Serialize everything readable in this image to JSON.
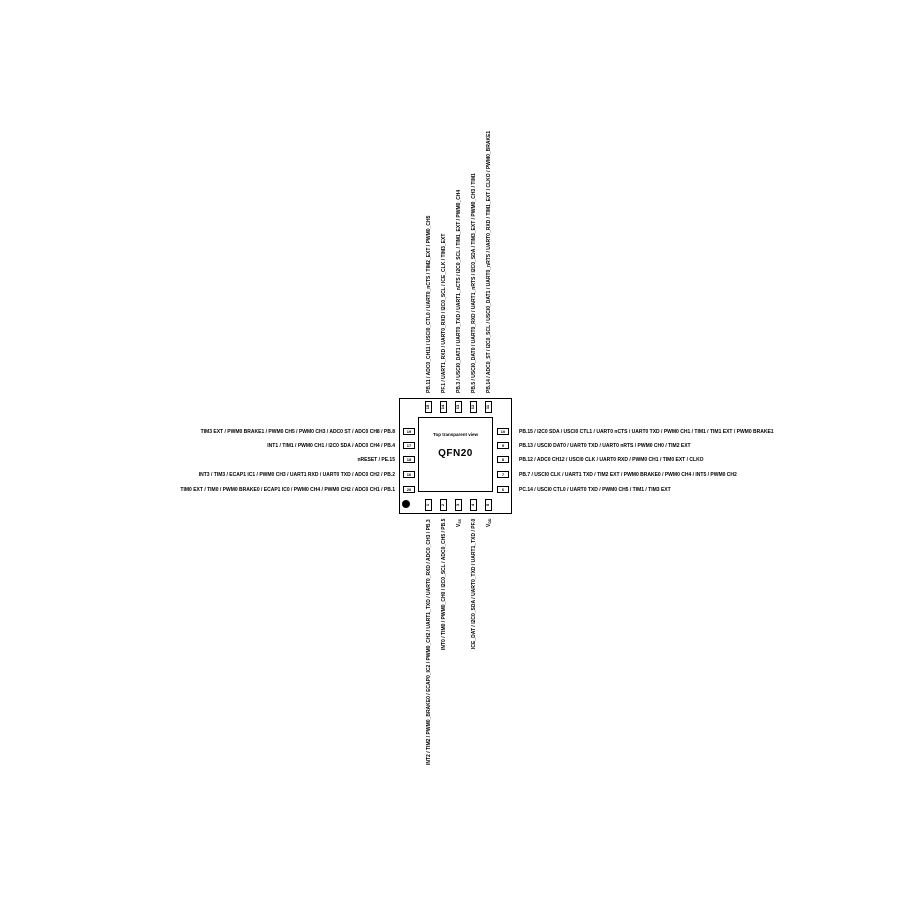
{
  "package": {
    "name": "QFN20",
    "subtitle": "Top transparent view"
  },
  "pins": {
    "left": [
      {
        "num": "19",
        "label": "TIM3 EXT / PWM0 BRAKE1 / PWM0 CH5 / PWM0 CH3 / ADC0 ST / ADC0 CH8 / PB.8"
      },
      {
        "num": "17",
        "label": "INT1 / TIM1 / PWM0 CH1 / I2C0 SDA / ADC0 CH4 / PB.4"
      },
      {
        "num": "18",
        "label": "nRESET / PE.15"
      },
      {
        "num": "16",
        "label": "INT3 / TIM3 / ECAP1 IC1 / PWM0 CH3 / UART1 RXD / UART0 TXD / ADC0 CH2 / PB.2"
      },
      {
        "num": "20",
        "label": "TIM0 EXT / TIM0 / PWM0 BRAKE0 / ECAP1 IC0 / PWM0 CH4 / PWM0 CH2 / ADC0 CH1 / PB.1"
      }
    ],
    "right": [
      {
        "num": "10",
        "label": "PB.15 / I2C0 SDA / USCI0 CTL1 / UART0 nCTS / UART0 TXD / PWM0 CH1 / TIM1 / TIM1 EXT / PWM0 BRAKE1"
      },
      {
        "num": "9",
        "label": "PB.13 / USCI0 DAT0 / UART0 TXD / UART0 nRTS / PWM0 CH0 / TIM2 EXT"
      },
      {
        "num": "8",
        "label": "PB.12 / ADC0 CH12 / USCI0 CLK / UART0 RXD / PWM0 CH1 / TIM0 EXT / CLKO"
      },
      {
        "num": "7",
        "label": "PB.7 / USCI0 CLK / UART1 TXD / TIM2 EXT / PWM0 BRAKE0 / PWM0 CH4 / INT5 / PWM0 CH2"
      },
      {
        "num": "6",
        "label": "PC.14 / USCI0 CTL0 / UART0 TXD / PWM0 CH5 / TIM1 / TIM3 EXT"
      }
    ],
    "top": [
      {
        "num": "15",
        "label": "PB.11 / ADC0_CH11 / USCI0_CTL0 / UART0_nCTS / TIM2_EXT / PWM0_CH5"
      },
      {
        "num": "14",
        "label": "PF.1 / UART1_RXD / UART0_RXD / I2C0_SCL / ICE_CLK / TIM3_EXT"
      },
      {
        "num": "13",
        "label": "PB.3 / USCI0_DAT1 / UART0_TXD / UART1_nCTS / I2C0_SCL / TIM1_EXT / PWM0_CH4"
      },
      {
        "num": "12",
        "label": "PB.5 / USCI0_DAT0 / UART0_RXD / UART1_nRTS / I2C0_SDA / TIM3_EXT / PWM0_CH3 / TIM1"
      },
      {
        "num": "11",
        "label": "PB.14 / ADC0_ST / I2C0_SCL / USCI0_DAT1 / UART0_nRTS / UART0_RXD / TIM1_EXT / CLKO / PWM0_BRAKE1"
      }
    ],
    "bottom": [
      {
        "num": "1",
        "label": "INT2 / TIM2 / PWM0_BRAKE0 / ECAP0_IC2 / PWM0_CH2 / UART1_TXD / UART0_RXD / ADC0_CH3 / PB.3"
      },
      {
        "num": "2",
        "label": "INT0 / TIM0 / PWM0_CH0 / I2C0_SCL / ADC0_CH5 / PB.5"
      },
      {
        "num": "3",
        "label": "V",
        "sub": "SS"
      },
      {
        "num": "4",
        "label": "ICE_DAT / I2C0_SDA / UART0_TXD / UART1_TXD / PF.0"
      },
      {
        "num": "5",
        "label": "V",
        "sub": "DD"
      }
    ]
  }
}
